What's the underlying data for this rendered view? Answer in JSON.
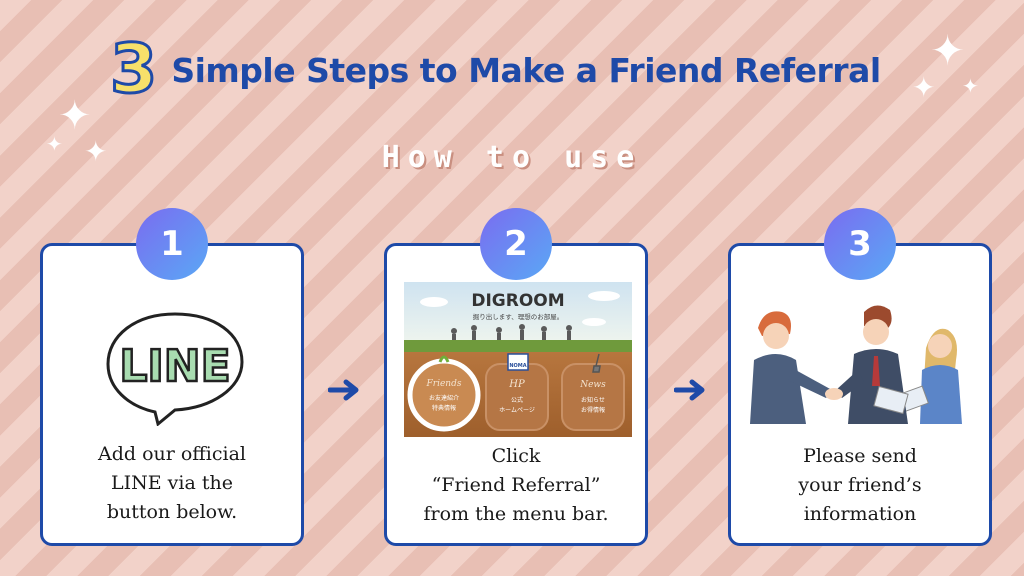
{
  "header": {
    "number": "3",
    "title": "Simple Steps to Make a Friend Referral",
    "subtitle": "How to use"
  },
  "colors": {
    "accent_blue": "#1e4aa8",
    "number_yellow": "#f7e06a",
    "badge_from": "#7a6cf0",
    "badge_to": "#5aa8f5"
  },
  "steps": [
    {
      "number": "1",
      "logo_text": "LINE",
      "lines": [
        "Add our official",
        "LINE via the",
        "button below."
      ]
    },
    {
      "number": "2",
      "screenshot": {
        "brand": "DIGROOM",
        "tagline": "掘り出します、理想のお部屋。",
        "menu": [
          {
            "script": "Friends",
            "jp1": "お友達紹介",
            "jp2": "特典情報"
          },
          {
            "script": "HP",
            "jp1": "公式",
            "jp2": "ホームページ",
            "badge": "NOMA"
          },
          {
            "script": "News",
            "jp1": "お知らせ",
            "jp2": "お得情報"
          }
        ]
      },
      "lines": [
        "Click",
        "“Friend Referral”",
        "from the menu bar."
      ]
    },
    {
      "number": "3",
      "lines": [
        "Please send",
        "your friend’s",
        "information"
      ]
    }
  ]
}
